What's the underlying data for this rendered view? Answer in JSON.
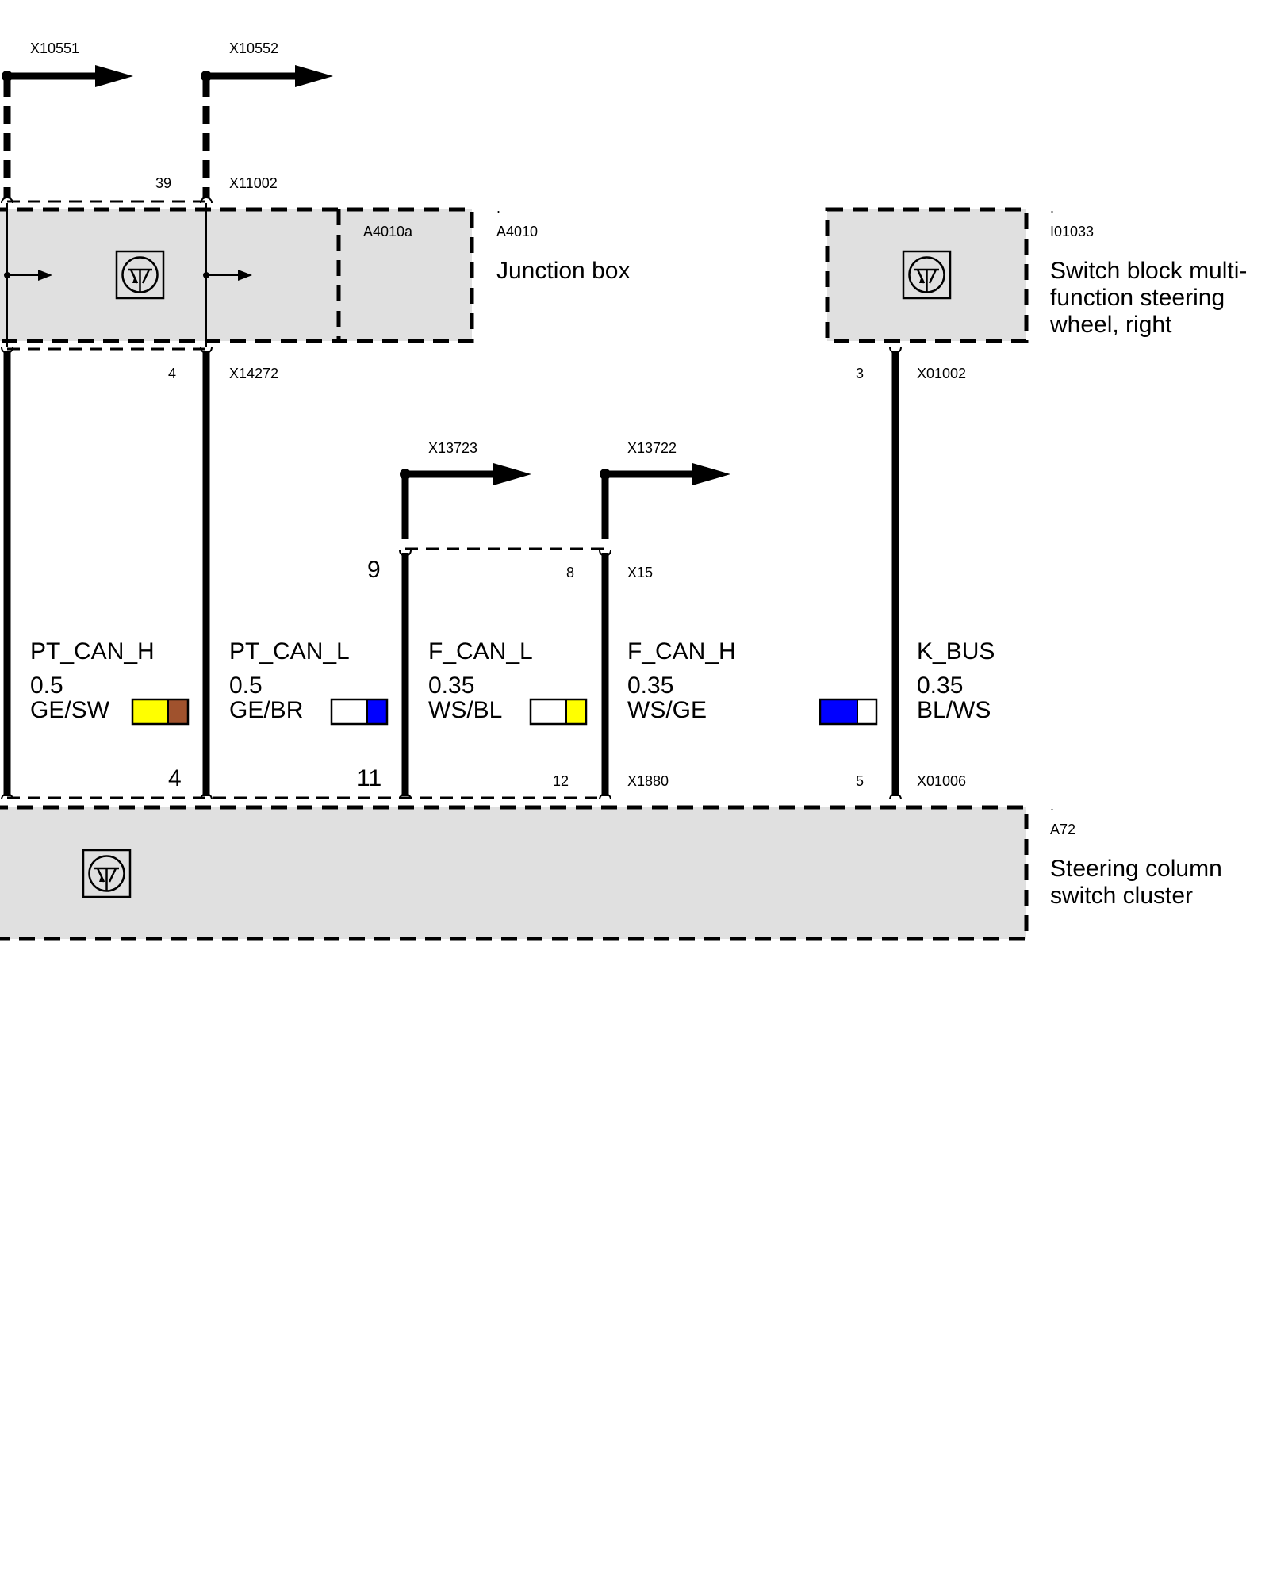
{
  "connectors": {
    "x10551": "X10551",
    "x10552": "X10552",
    "x11002": "X11002",
    "x14272": "X14272",
    "x13723": "X13723",
    "x13722": "X13722",
    "x15": "X15",
    "x1880": "X1880",
    "x01002": "X01002",
    "x01006": "X01006"
  },
  "pins": {
    "p39": "39",
    "p4_top": "4",
    "p3": "3",
    "p9": "9",
    "p8": "8",
    "p4_bottom": "4",
    "p11": "11",
    "p12": "12",
    "p5": "5"
  },
  "components": {
    "junction_box": {
      "code": "A4010",
      "sub_code": "A4010a",
      "dot": ".",
      "name": "Junction box"
    },
    "switch_block": {
      "code": "I01033",
      "dot": ".",
      "name_line1": "Switch block multi-",
      "name_line2": "function steering",
      "name_line3": "wheel, right"
    },
    "steering_cluster": {
      "code": "A72",
      "dot": ".",
      "name_line1": "Steering column",
      "name_line2": "switch cluster"
    }
  },
  "wires": [
    {
      "signal": "PT_CAN_H",
      "gauge": "0.5",
      "color_code": "GE/SW",
      "colors": [
        "#ffff00",
        "#a0522d"
      ]
    },
    {
      "signal": "PT_CAN_L",
      "gauge": "0.5",
      "color_code": "GE/BR",
      "colors": [
        "#ffffff",
        "#0000ff"
      ]
    },
    {
      "signal": "F_CAN_L",
      "gauge": "0.35",
      "color_code": "WS/BL",
      "colors": [
        "#ffffff",
        "#ffff00"
      ]
    },
    {
      "signal": "F_CAN_H",
      "gauge": "0.35",
      "color_code": "WS/GE",
      "colors": []
    },
    {
      "signal": "K_BUS",
      "gauge": "0.35",
      "color_code": "BL/WS",
      "colors": [
        "#0000ff",
        "#ffffff"
      ]
    }
  ],
  "icons": {
    "ecu_icon": "transistor-symbol-icon",
    "arrow_icon": "arrow-right-icon"
  }
}
